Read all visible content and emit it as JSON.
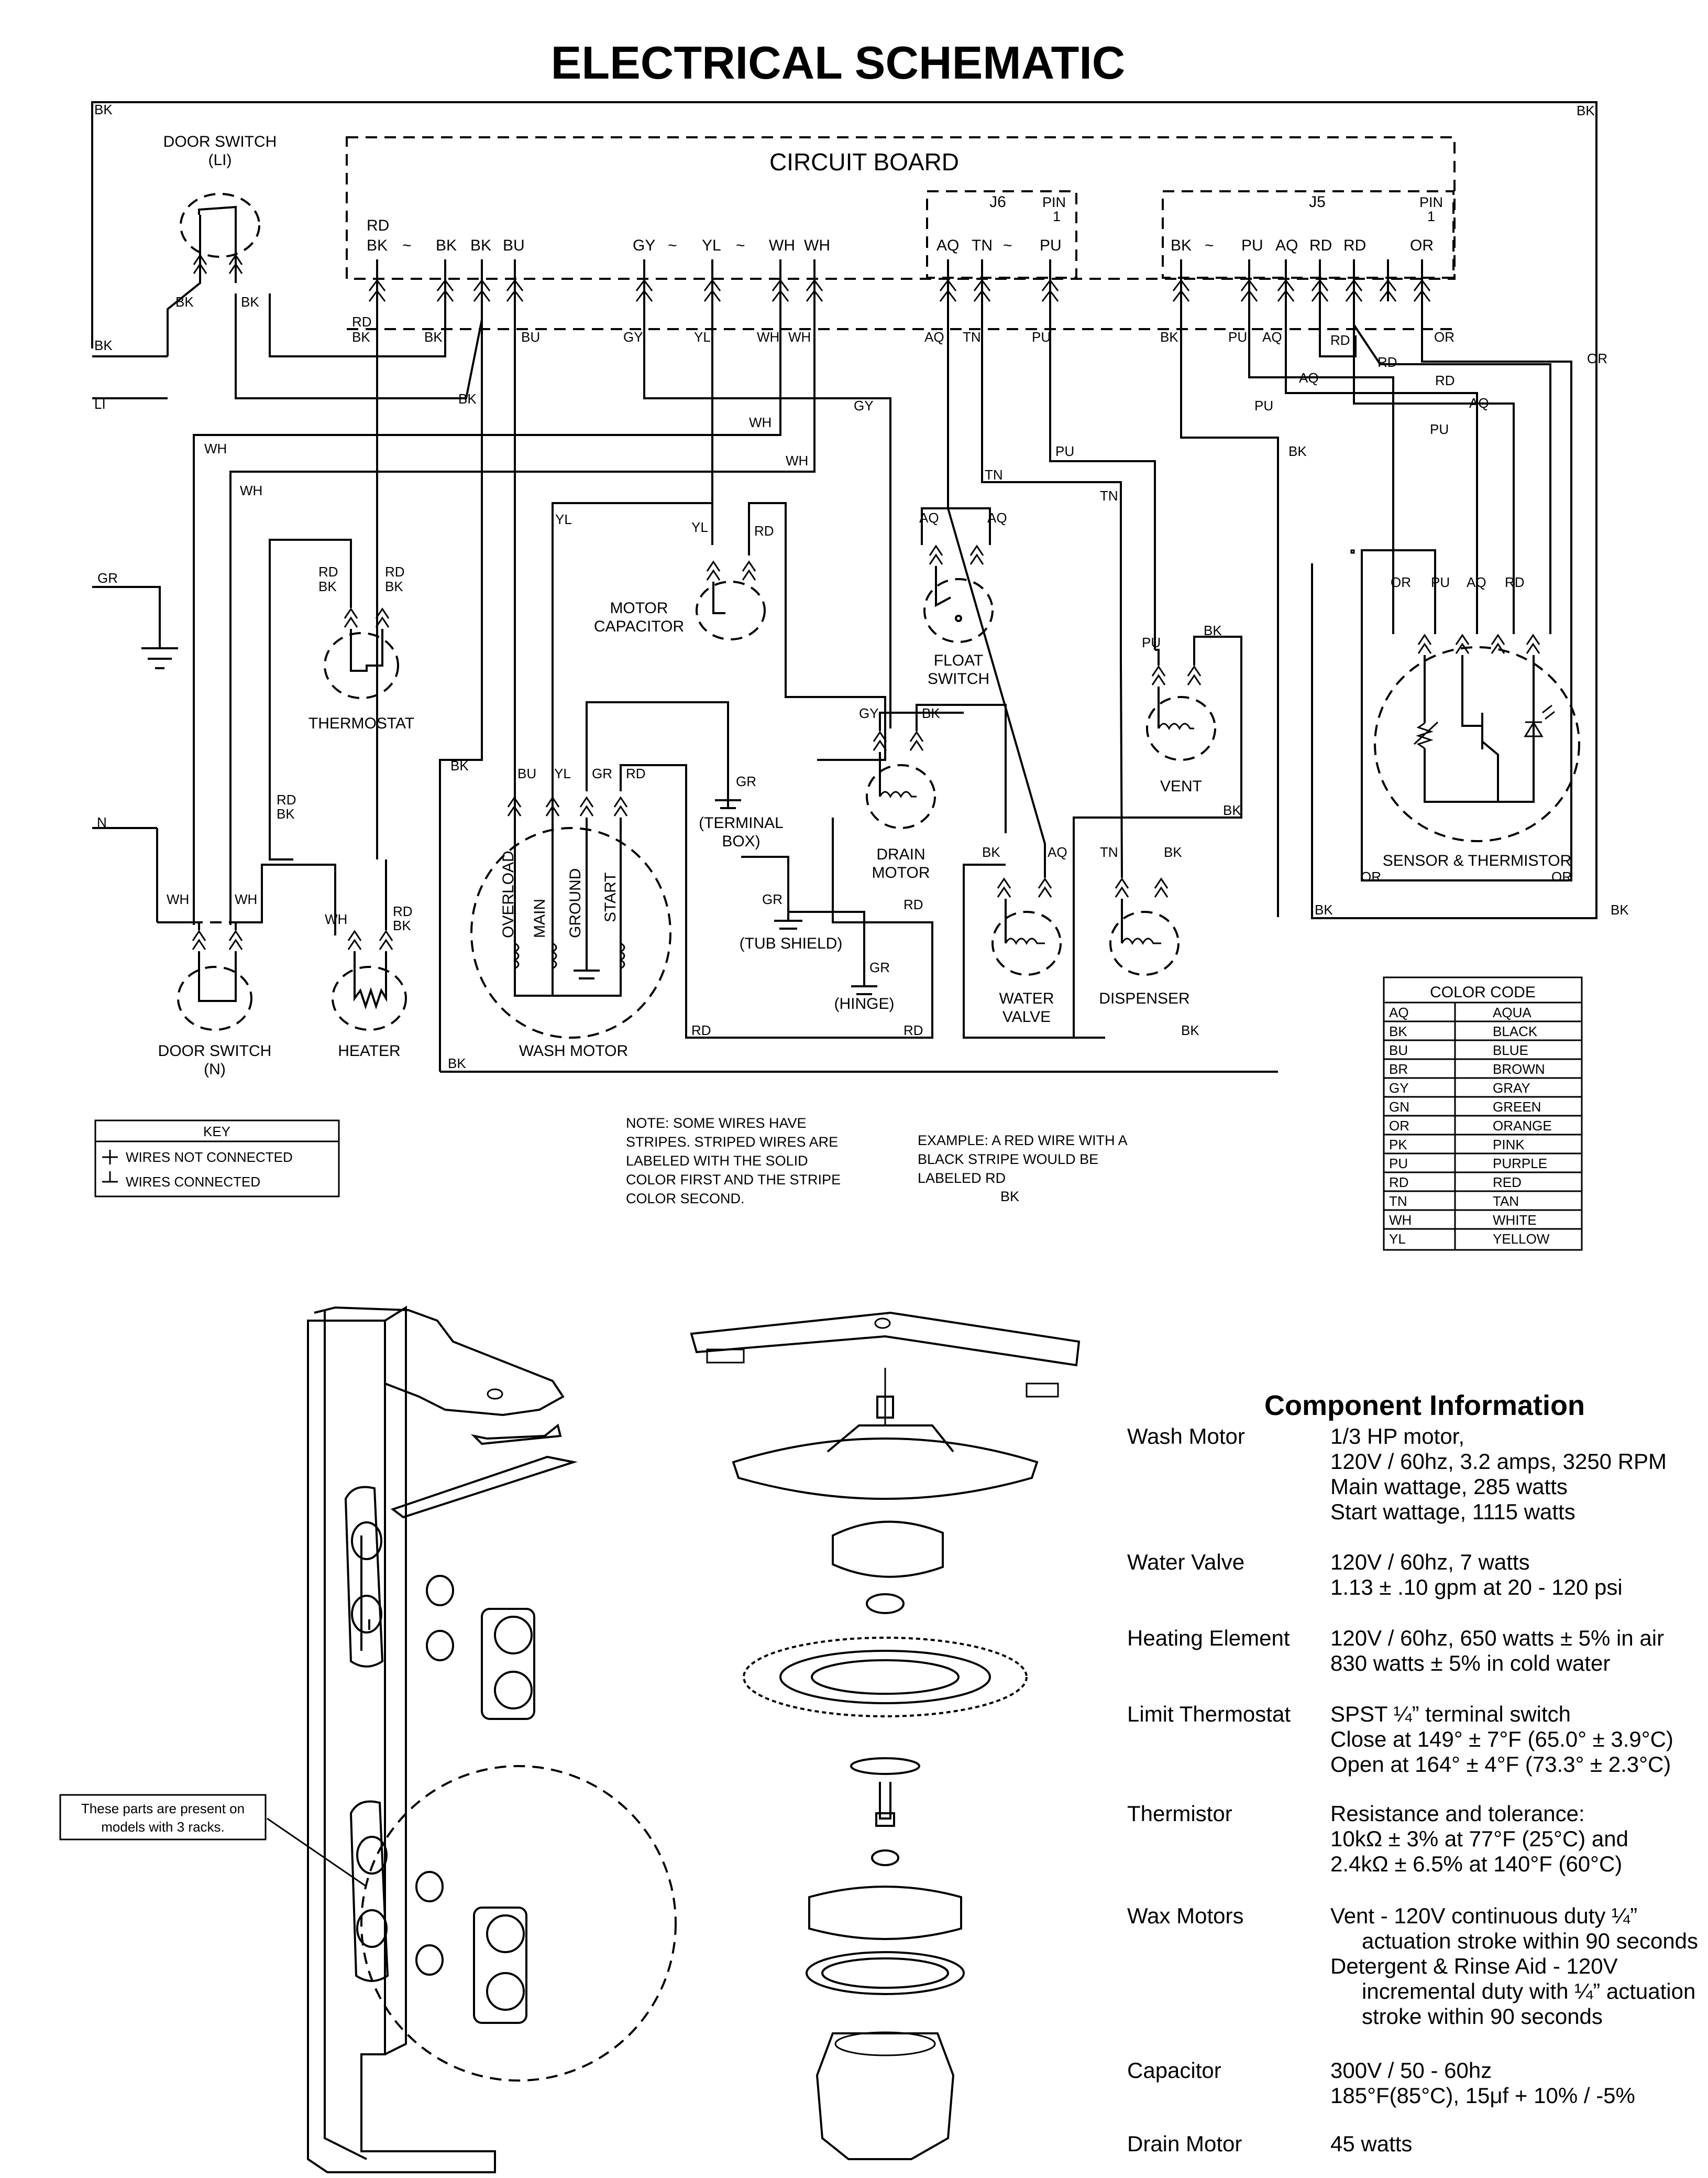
{
  "title": "ELECTRICAL SCHEMATIC",
  "circuit_board": {
    "label": "CIRCUIT BOARD",
    "j6": "J6",
    "j5": "J5",
    "pin": "PIN",
    "pin_num": "1",
    "tilde": "~"
  },
  "wires": {
    "BK": "BK",
    "RD": "RD",
    "BU": "BU",
    "GY": "GY",
    "YL": "YL",
    "WH": "WH",
    "AQ": "AQ",
    "TN": "TN",
    "PU": "PU",
    "OR": "OR",
    "GR": "GR"
  },
  "lines": {
    "LI": "LI",
    "N": "N"
  },
  "components": {
    "door_switch_li": [
      "DOOR SWITCH",
      "(LI)"
    ],
    "door_switch_n": [
      "DOOR SWITCH",
      "(N)"
    ],
    "thermostat": "THERMOSTAT",
    "heater": "HEATER",
    "motor_capacitor": [
      "MOTOR",
      "CAPACITOR"
    ],
    "wash_motor": "WASH MOTOR",
    "motor_windings": [
      "OVERLOAD",
      "MAIN",
      "GROUND",
      "START"
    ],
    "terminal_box": [
      "(TERMINAL",
      "BOX)"
    ],
    "tub_shield": "(TUB SHIELD)",
    "hinge": "(HINGE)",
    "float_switch": [
      "FLOAT",
      "SWITCH"
    ],
    "drain_motor": [
      "DRAIN",
      "MOTOR"
    ],
    "water_valve": [
      "WATER",
      "VALVE"
    ],
    "dispenser": "DISPENSER",
    "vent": "VENT",
    "sensor": "SENSOR & THERMISTOR"
  },
  "key": {
    "title": "KEY",
    "not_connected": "WIRES NOT CONNECTED",
    "connected": "WIRES CONNECTED"
  },
  "notes": {
    "note": [
      "NOTE:  SOME WIRES HAVE",
      "STRIPES.  STRIPED WIRES ARE",
      "LABELED WITH THE SOLID",
      "COLOR FIRST AND THE STRIPE",
      "COLOR SECOND."
    ],
    "example": [
      "EXAMPLE:  A RED WIRE WITH A",
      "BLACK STRIPE WOULD BE",
      "LABELED  RD",
      "BK"
    ]
  },
  "color_code": {
    "title": "COLOR CODE",
    "rows": [
      [
        "AQ",
        "AQUA"
      ],
      [
        "BK",
        "BLACK"
      ],
      [
        "BU",
        "BLUE"
      ],
      [
        "BR",
        "BROWN"
      ],
      [
        "GY",
        "GRAY"
      ],
      [
        "GN",
        "GREEN"
      ],
      [
        "OR",
        "ORANGE"
      ],
      [
        "PK",
        "PINK"
      ],
      [
        "PU",
        "PURPLE"
      ],
      [
        "RD",
        "RED"
      ],
      [
        "TN",
        "TAN"
      ],
      [
        "WH",
        "WHITE"
      ],
      [
        "YL",
        "YELLOW"
      ]
    ]
  },
  "callout": [
    "These parts are present on",
    "models with 3 racks."
  ],
  "component_info": {
    "heading": "Component Information",
    "items": [
      {
        "name": "Wash Motor",
        "lines": [
          "1/3 HP motor,",
          "120V / 60hz, 3.2 amps, 3250 RPM",
          "Main wattage, 285 watts",
          "Start wattage, 1115 watts"
        ]
      },
      {
        "name": "Water Valve",
        "lines": [
          "120V / 60hz, 7 watts",
          "1.13 ± .10 gpm at 20 - 120 psi"
        ]
      },
      {
        "name": "Heating Element",
        "lines": [
          "120V / 60hz, 650 watts ± 5% in air",
          "830 watts ± 5% in cold water"
        ]
      },
      {
        "name": "Limit Thermostat",
        "lines": [
          "SPST ¼” terminal switch",
          "Close at 149° ± 7°F (65.0° ± 3.9°C)",
          "Open at 164° ± 4°F (73.3° ± 2.3°C)"
        ]
      },
      {
        "name": "Thermistor",
        "lines": [
          "Resistance and tolerance:",
          "10kΩ ± 3% at 77°F (25°C) and",
          "2.4kΩ ± 6.5% at 140°F (60°C)"
        ]
      },
      {
        "name": "Wax Motors",
        "lines": [
          "Vent - 120V continuous duty ¼”",
          "actuation stroke within 90 seconds",
          "Detergent & Rinse Aid - 120V",
          "incremental duty with ¼” actuation",
          "stroke within 90 seconds"
        ]
      },
      {
        "name": "Capacitor",
        "lines": [
          "300V / 50 - 60hz",
          "185°F(85°C), 15μf + 10% / -5%"
        ]
      },
      {
        "name": "Drain Motor",
        "lines": [
          "45 watts"
        ]
      }
    ]
  }
}
